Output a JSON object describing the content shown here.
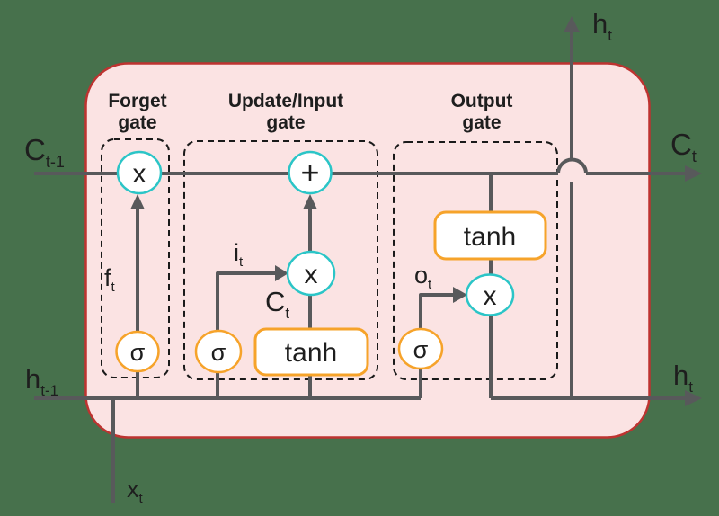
{
  "diagram": "lstm-cell",
  "colors": {
    "background": "#47714C",
    "cell_fill": "#FBE3E3",
    "cell_border": "#BE3330",
    "wire": "#58595B",
    "operation_circle_border": "#2BC5C7",
    "activation_border": "#F6A32A",
    "dashed_box": "#1A1A1A",
    "text": "#1E1E1E"
  },
  "gates": {
    "forget": {
      "line1": "Forget",
      "line2": "gate"
    },
    "update": {
      "line1": "Update/Input",
      "line2": "gate"
    },
    "output": {
      "line1": "Output",
      "line2": "gate"
    }
  },
  "signals": {
    "cell_state_in": {
      "base": "C",
      "sub": "t-1"
    },
    "cell_state_out": {
      "base": "C",
      "sub": "t"
    },
    "hidden_out_top": {
      "base": "h",
      "sub": "t"
    },
    "hidden_in": {
      "base": "h",
      "sub": "t-1"
    },
    "hidden_out_right": {
      "base": "h",
      "sub": "t"
    },
    "input": {
      "base": "x",
      "sub": "t"
    },
    "forget_activation": {
      "base": "f",
      "sub": "t"
    },
    "input_activation": {
      "base": "i",
      "sub": "t"
    },
    "output_activation": {
      "base": "o",
      "sub": "t"
    },
    "candidate": {
      "base": "C",
      "sub": "t"
    }
  },
  "operators": {
    "multiply": "x",
    "add": "+",
    "sigmoid": "σ",
    "tanh": "tanh"
  }
}
